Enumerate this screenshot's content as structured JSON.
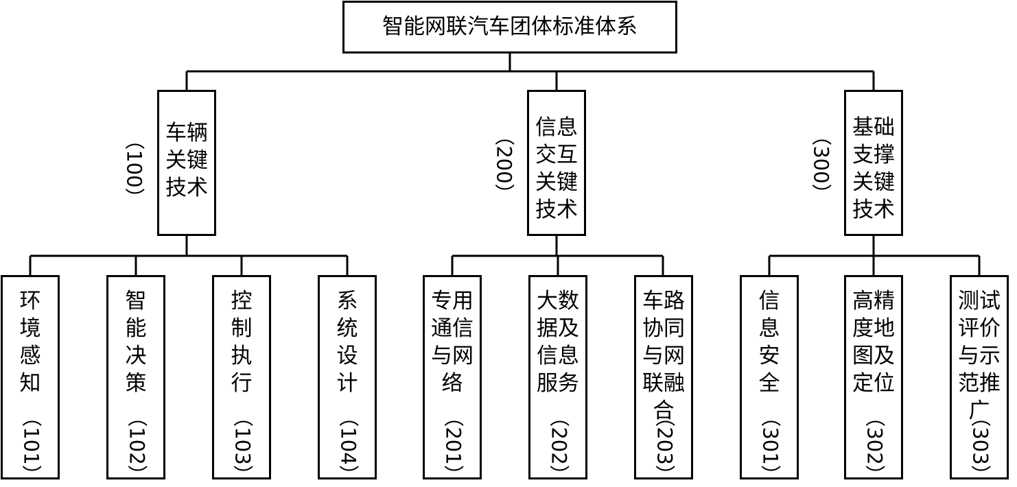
{
  "root": {
    "title": "智能网联汽车团体标准体系"
  },
  "categories": [
    {
      "key": "c1",
      "label": "车辆\n关键\n技术",
      "code": "（100）",
      "children": [
        {
          "label": "环\n境\n感\n知",
          "code": "（101）"
        },
        {
          "label": "智\n能\n决\n策",
          "code": "（102）"
        },
        {
          "label": "控\n制\n执\n行",
          "code": "（103）"
        },
        {
          "label": "系\n统\n设\n计",
          "code": "（104）"
        }
      ]
    },
    {
      "key": "c2",
      "label": "信息\n交互\n关键\n技术",
      "code": "（200）",
      "children": [
        {
          "label": "专用\n通信\n与网\n络",
          "code": "（201）"
        },
        {
          "label": "大数\n据及\n信息\n服务",
          "code": "（202）"
        },
        {
          "label": "车路\n协同\n与网\n联融\n合",
          "code": "（203）"
        }
      ]
    },
    {
      "key": "c3",
      "label": "基础\n支撑\n关键\n技术",
      "code": "（300）",
      "children": [
        {
          "label": "信\n息\n安\n全",
          "code": "（301）"
        },
        {
          "label": "高精\n度地\n图及\n定位",
          "code": "（302）"
        },
        {
          "label": "测试\n评价\n与示\n范推\n广",
          "code": "（303）"
        }
      ]
    }
  ]
}
